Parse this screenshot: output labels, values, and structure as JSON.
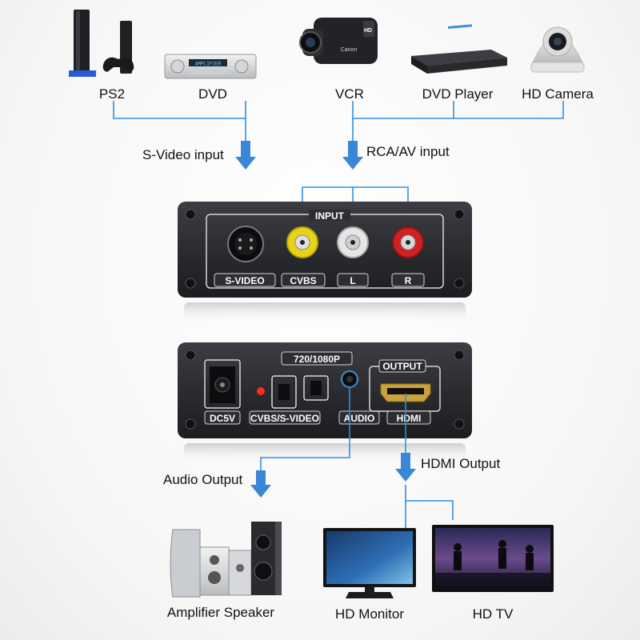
{
  "sources": {
    "ps2": "PS2",
    "dvd": "DVD",
    "vcr": "VCR",
    "dvd_player": "DVD Player",
    "hd_camera": "HD Camera"
  },
  "flow": {
    "svideo_input": "S-Video input",
    "rca_input": "RCA/AV input",
    "audio_output": "Audio Output",
    "hdmi_output": "HDMI Output"
  },
  "front_panel": {
    "title": "INPUT",
    "ports": [
      "S-VIDEO",
      "CVBS",
      "L",
      "R"
    ]
  },
  "rear_panel": {
    "resolution": "720/1080P",
    "output_title": "OUTPUT",
    "ports": [
      "DC5V",
      "CVBS/S-VIDEO",
      "AUDIO",
      "HDMI"
    ]
  },
  "outputs": {
    "amplifier": "Amplifier Speaker",
    "monitor": "HD Monitor",
    "tv": "HD TV"
  },
  "icons": {
    "camcorder_brand": "Canon",
    "camcorder_badge": "HD",
    "receiver_display": "AMPLIFIER"
  },
  "colors": {
    "connector_line": "#2f8fe0",
    "arrow": "#3a86d8",
    "device_body": "#2b2d31",
    "rca_yellow": "#e8d21a",
    "rca_red": "#cc2222",
    "rca_white": "#e6e6e6"
  }
}
